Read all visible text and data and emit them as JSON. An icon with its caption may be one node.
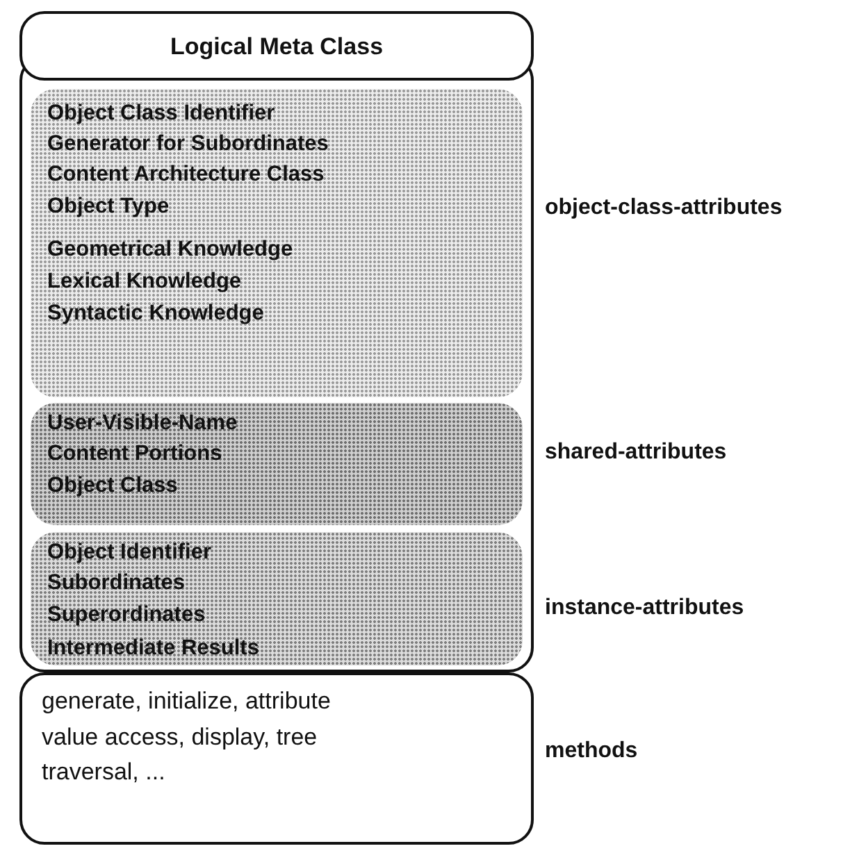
{
  "diagram": {
    "nodes": [
      {
        "text": [
          "Logical Meta Class"
        ]
      },
      {
        "text": [
          "Object Class Identifier",
          "Generator for Subordinates",
          "Content Architecture Class",
          "Object Type",
          "Geometrical Knowledge",
          "Lexical Knowledge",
          "Syntactic Knowledge"
        ],
        "beside": [
          "object-class-attributes"
        ]
      },
      {
        "text": [
          "User-Visible-Name",
          "Content Portions",
          "Object Class"
        ],
        "beside": [
          "shared-attributes"
        ]
      },
      {
        "text": [
          "Object Identifier",
          "Subordinates",
          "Superordinates",
          "Intermediate Results"
        ],
        "beside": [
          "instance-attributes"
        ]
      },
      {
        "text": [
          "generate, initialize, attribute value access, display, tree traversal, ..."
        ],
        "beside": [
          "methods"
        ]
      }
    ],
    "edges": []
  }
}
